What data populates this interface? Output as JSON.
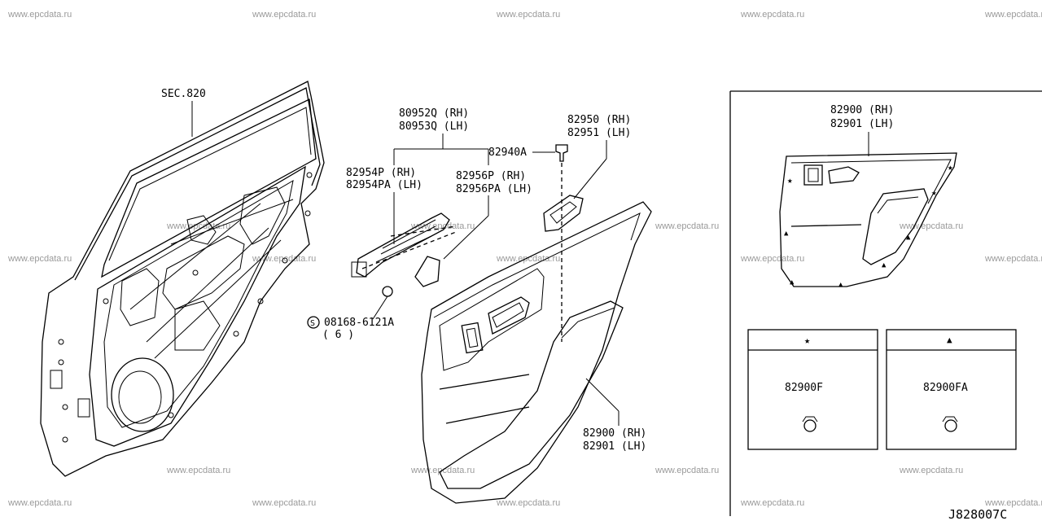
{
  "watermark": "www.epcdata.ru",
  "diagram_id": "J828007C",
  "labels": {
    "sec": "SEC.820",
    "p80952q": "80952Q (RH)",
    "p80953q": "80953Q (LH)",
    "p82954p": "82954P (RH)",
    "p82954pa": "82954PA (LH)",
    "p82956p": "82956P (RH)",
    "p82956pa": "82956PA (LH)",
    "p82940a": "82940A",
    "p82950": "82950 (RH)",
    "p82951": "82951 (LH)",
    "screw_circle": "S",
    "screw": "08168-6121A",
    "screw_qty": "( 6 )",
    "trim_rh": "82900 (RH)",
    "trim_lh": "82901 (LH)",
    "inset_rh": "82900 (RH)",
    "inset_lh": "82901 (LH)",
    "clip_star_symbol": "★",
    "clip_star_part": "82900F",
    "clip_tri_symbol": "▲",
    "clip_tri_part": "82900FA"
  }
}
